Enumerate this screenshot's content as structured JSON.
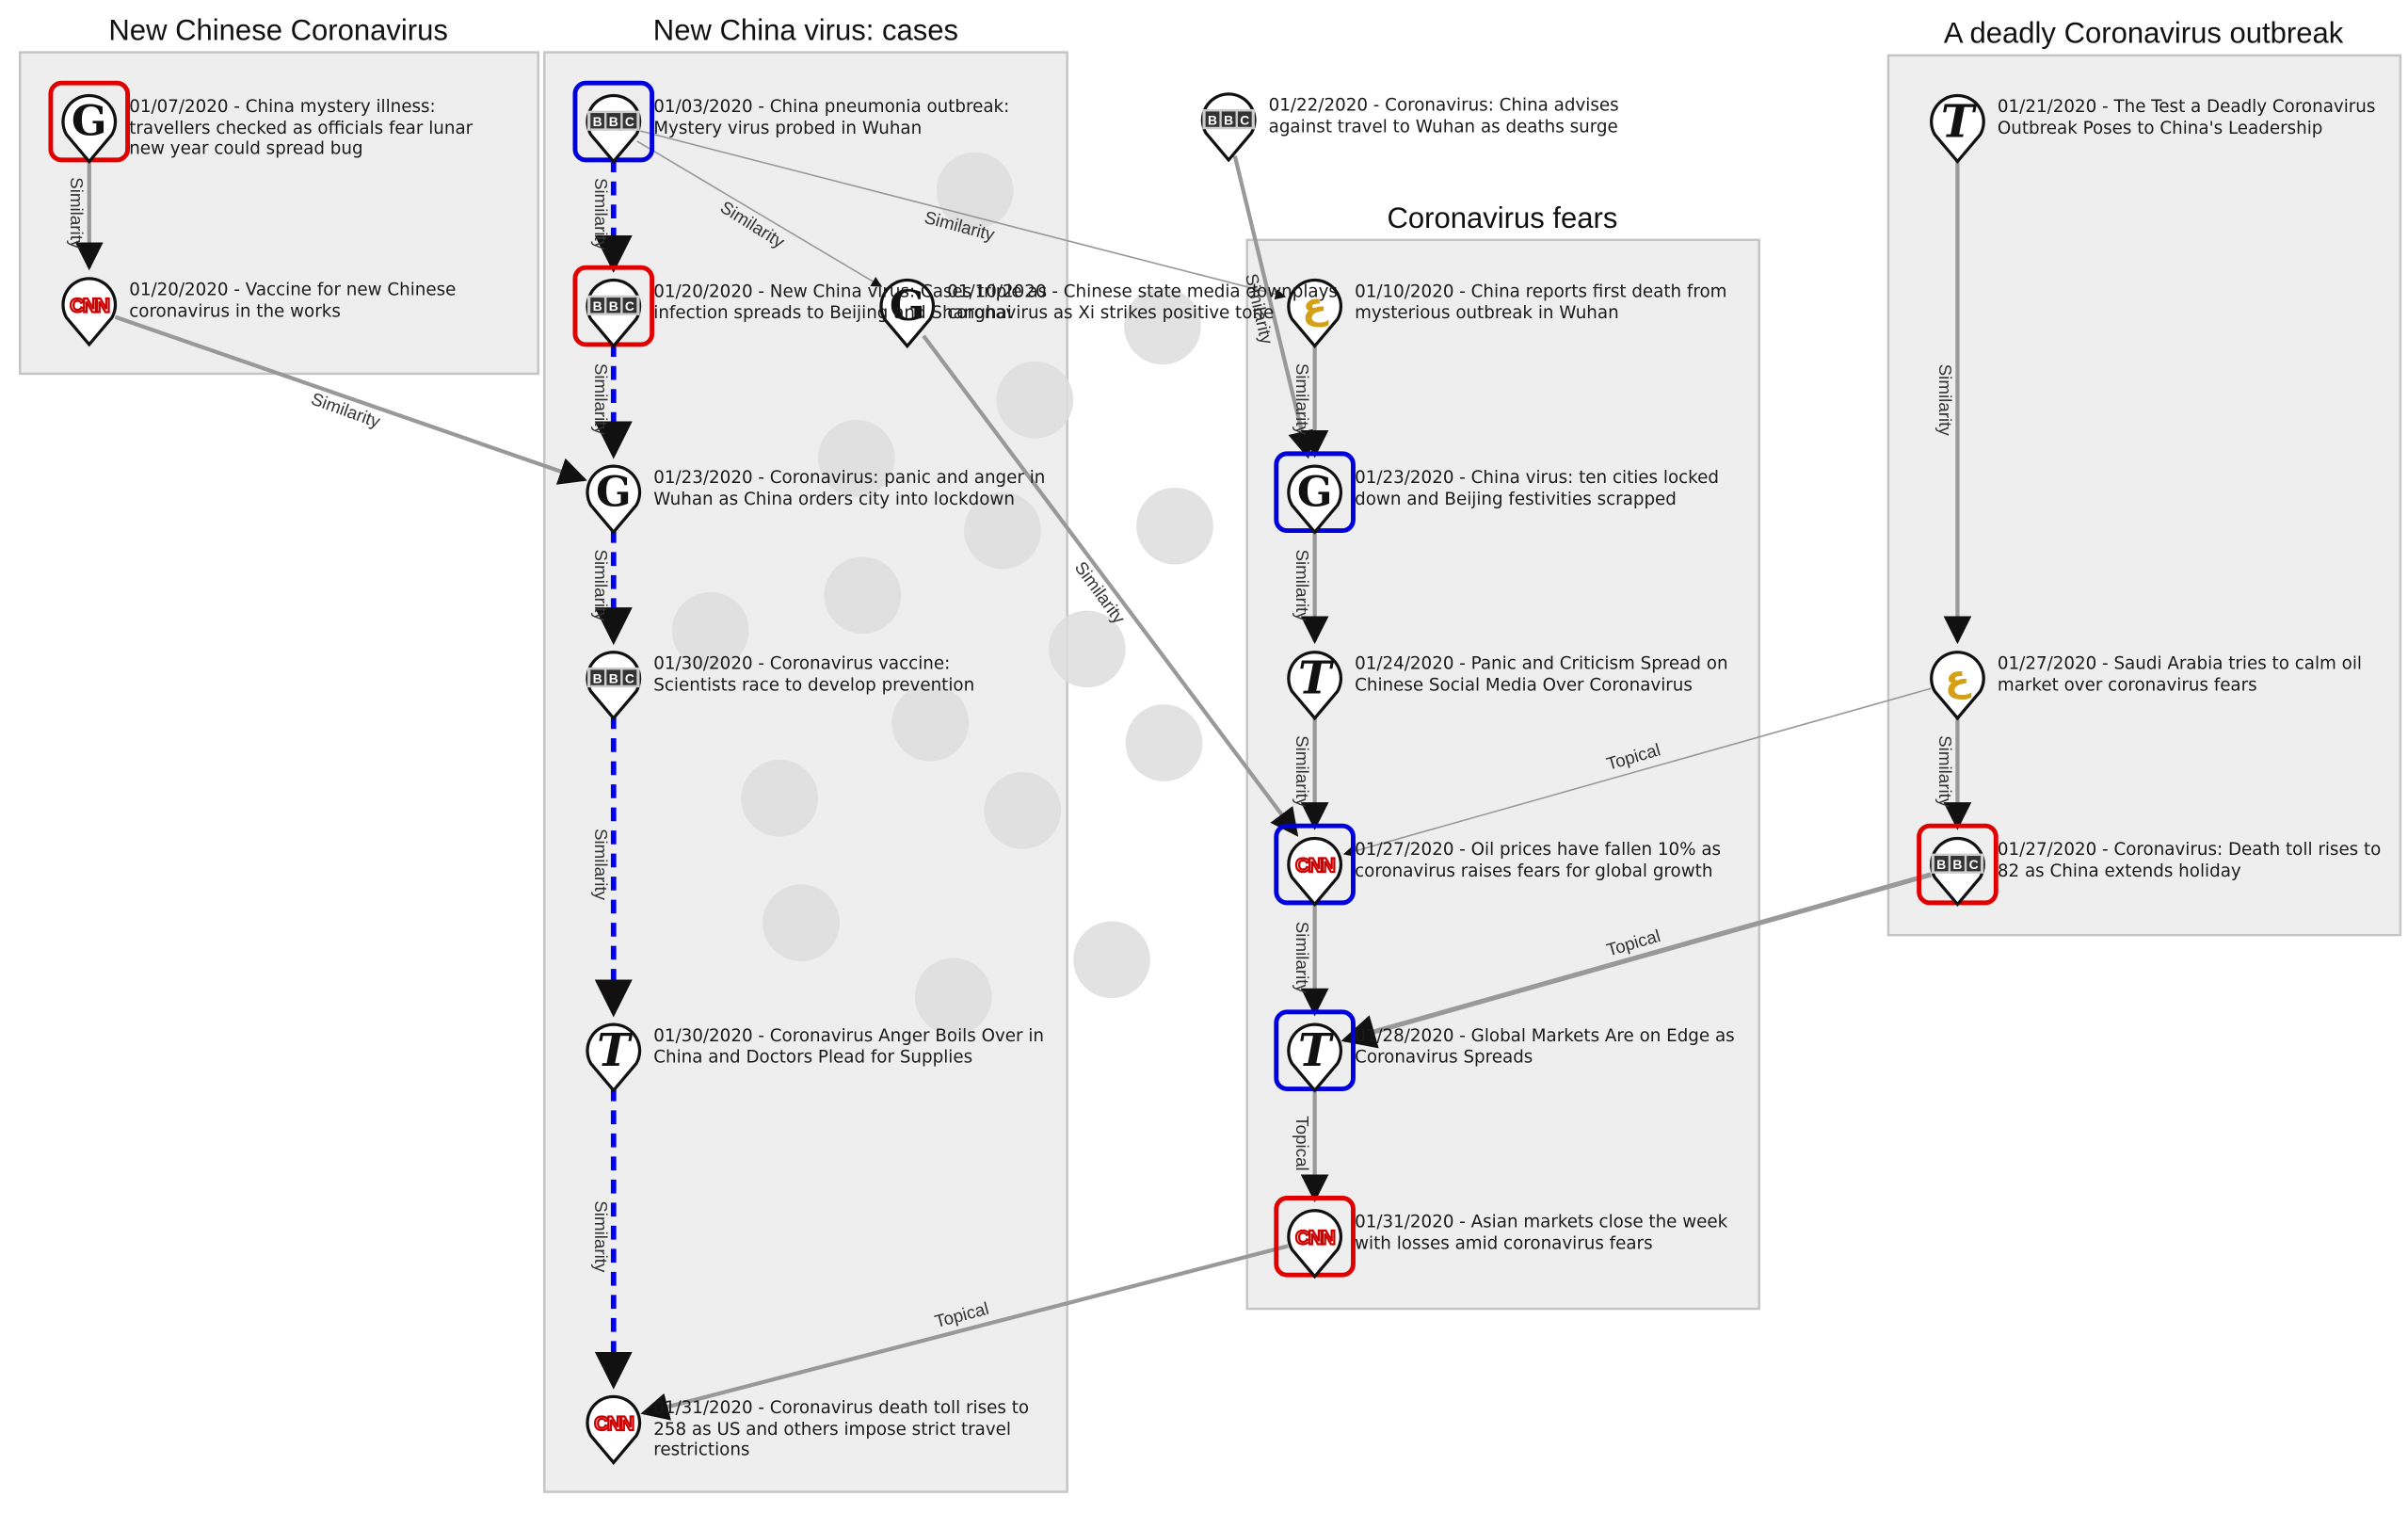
{
  "clusters": [
    {
      "id": "c1",
      "title": "New Chinese Coronavirus"
    },
    {
      "id": "c2",
      "title": "New China virus: cases"
    },
    {
      "id": "c3",
      "title": "Coronavirus fears"
    },
    {
      "id": "c4",
      "title": "A deadly Coronavirus outbreak"
    }
  ],
  "sources": {
    "guardian": {
      "icon": "guardian-icon",
      "glyph": "G"
    },
    "cnn": {
      "icon": "cnn-icon",
      "glyph": "CNN",
      "color": "#cc0000"
    },
    "bbc": {
      "icon": "bbc-icon",
      "glyph": "BBC"
    },
    "nyt": {
      "icon": "nyt-icon",
      "glyph": "T"
    },
    "aljazeera": {
      "icon": "aljazeera-icon",
      "glyph": "ع",
      "color": "#d4a017"
    }
  },
  "highlight_colors": {
    "red": "#e00000",
    "blue": "#0000dd",
    "dashed_path": "#0000ee",
    "edge": "#999999"
  },
  "nodes": [
    {
      "id": "n1",
      "source": "guardian",
      "highlight": "red",
      "label": "01/07/2020 - China mystery illness: travellers checked as officials fear lunar new year could spread bug"
    },
    {
      "id": "n2",
      "source": "cnn",
      "highlight": "none",
      "label": "01/20/2020 - Vaccine for new Chinese coronavirus in the works"
    },
    {
      "id": "n3",
      "source": "bbc",
      "highlight": "blue",
      "label": "01/03/2020 - China pneumonia outbreak: Mystery virus probed in Wuhan"
    },
    {
      "id": "n4",
      "source": "bbc",
      "highlight": "red",
      "label": "01/20/2020 - New China virus: Cases triple as infection spreads to Beijing and Shanghai"
    },
    {
      "id": "n5",
      "source": "guardian",
      "highlight": "none",
      "label": "01/23/2020 - Coronavirus: panic and anger in Wuhan as China orders city into lockdown"
    },
    {
      "id": "n6",
      "source": "bbc",
      "highlight": "none",
      "label": "01/30/2020 - Coronavirus vaccine: Scientists race to develop prevention"
    },
    {
      "id": "n7",
      "source": "nyt",
      "highlight": "none",
      "label": "01/30/2020 - Coronavirus Anger Boils Over in China and Doctors Plead for Supplies"
    },
    {
      "id": "n8",
      "source": "cnn",
      "highlight": "none",
      "label": "01/31/2020 - Coronavirus death toll rises to 258 as US and others impose strict travel restrictions"
    },
    {
      "id": "n9",
      "source": "guardian",
      "highlight": "none",
      "label": "01/10/2020 - Chinese state media downplays coronavirus as Xi strikes positive tone"
    },
    {
      "id": "n10",
      "source": "bbc",
      "highlight": "none",
      "label": "01/22/2020 - Coronavirus: China advises against travel to Wuhan as deaths surge"
    },
    {
      "id": "n11",
      "source": "aljazeera",
      "highlight": "none",
      "label": "01/10/2020 - China reports first death from mysterious outbreak in Wuhan"
    },
    {
      "id": "n12",
      "source": "guardian",
      "highlight": "blue",
      "label": "01/23/2020 - China virus: ten cities locked down and Beijing festivities scrapped"
    },
    {
      "id": "n13",
      "source": "nyt",
      "highlight": "none",
      "label": "01/24/2020 - Panic and Criticism Spread on Chinese Social Media Over Coronavirus"
    },
    {
      "id": "n14",
      "source": "cnn",
      "highlight": "blue",
      "label": "01/27/2020 - Oil prices have fallen 10% as coronavirus raises fears for global growth"
    },
    {
      "id": "n15",
      "source": "nyt",
      "highlight": "blue",
      "label": "01/28/2020 - Global Markets Are on Edge as Coronavirus Spreads"
    },
    {
      "id": "n16",
      "source": "cnn",
      "highlight": "red",
      "label": "01/31/2020 - Asian markets close the week with losses amid coronavirus fears"
    },
    {
      "id": "n17",
      "source": "nyt",
      "highlight": "none",
      "label": "01/21/2020 - The Test a Deadly Coronavirus Outbreak Poses to China's Leadership"
    },
    {
      "id": "n18",
      "source": "aljazeera",
      "highlight": "none",
      "label": "01/27/2020 - Saudi Arabia tries to calm oil market over coronavirus fears"
    },
    {
      "id": "n19",
      "source": "bbc",
      "highlight": "red",
      "label": "01/27/2020 - Coronavirus: Death toll rises to 82 as China extends holiday"
    }
  ],
  "edges": [
    {
      "from": "n1",
      "to": "n2",
      "label": "Similarity",
      "style": "solid"
    },
    {
      "from": "n2",
      "to": "n5",
      "label": "Similarity",
      "style": "solid"
    },
    {
      "from": "n3",
      "to": "n4",
      "label": "Similarity",
      "style": "dashed"
    },
    {
      "from": "n4",
      "to": "n5",
      "label": "Similarity",
      "style": "dashed"
    },
    {
      "from": "n5",
      "to": "n6",
      "label": "Similarity",
      "style": "dashed"
    },
    {
      "from": "n6",
      "to": "n7",
      "label": "Similarity",
      "style": "dashed"
    },
    {
      "from": "n7",
      "to": "n8",
      "label": "Similarity",
      "style": "dashed"
    },
    {
      "from": "n3",
      "to": "n9",
      "label": "Similarity",
      "style": "thin"
    },
    {
      "from": "n3",
      "to": "n11",
      "label": "Similarity",
      "style": "thin"
    },
    {
      "from": "n9",
      "to": "n14",
      "label": "Similarity",
      "style": "solid"
    },
    {
      "from": "n10",
      "to": "n12",
      "label": "Similarity",
      "style": "solid"
    },
    {
      "from": "n11",
      "to": "n12",
      "label": "Similarity",
      "style": "solid"
    },
    {
      "from": "n12",
      "to": "n13",
      "label": "Similarity",
      "style": "solid"
    },
    {
      "from": "n13",
      "to": "n14",
      "label": "Similarity",
      "style": "solid"
    },
    {
      "from": "n14",
      "to": "n15",
      "label": "Similarity",
      "style": "solid"
    },
    {
      "from": "n15",
      "to": "n16",
      "label": "Topical",
      "style": "solid"
    },
    {
      "from": "n16",
      "to": "n8",
      "label": "Topical",
      "style": "solid"
    },
    {
      "from": "n17",
      "to": "n18",
      "label": "Similarity",
      "style": "solid"
    },
    {
      "from": "n18",
      "to": "n19",
      "label": "Similarity",
      "style": "solid"
    },
    {
      "from": "n18",
      "to": "n14",
      "label": "Topical",
      "style": "thin"
    },
    {
      "from": "n19",
      "to": "n15",
      "label": "Topical",
      "style": "thick"
    }
  ]
}
